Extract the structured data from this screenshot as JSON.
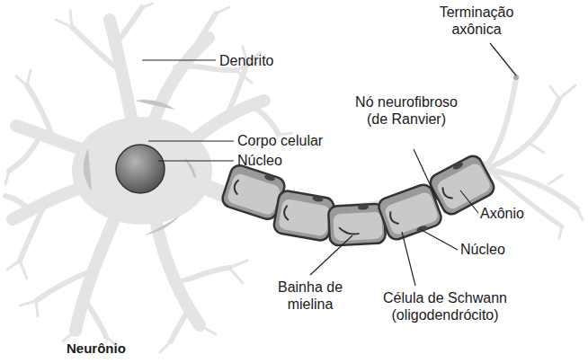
{
  "diagram": {
    "caption": "Neurônio",
    "labels": [
      "Terminação axônica",
      "Dendrito",
      "Nó neurofibroso (de Ranvier)",
      "Corpo celular",
      "Núcleo",
      "Axônio",
      "Núcleo",
      "Bainha de mielina",
      "Célula de Schwann (oligodendrócito)"
    ]
  }
}
